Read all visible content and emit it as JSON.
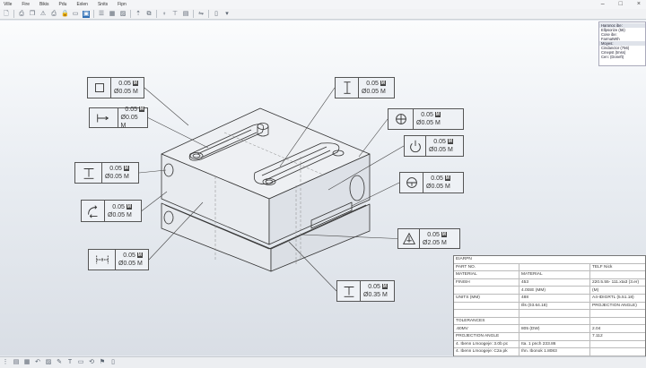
{
  "menu": [
    "Ville",
    "Fire",
    "Bikis",
    "Pdu",
    "Exlen",
    "Snits",
    "Fipn"
  ],
  "window": {
    "minimize": "–",
    "maximize": "□",
    "close": "×"
  },
  "toolbar": [
    "new-doc",
    "save",
    "copy",
    "warning",
    "print",
    "lock",
    "folder",
    "select",
    "layer",
    "table",
    "image",
    "pointer",
    "rectangle",
    "push-pin",
    "dimension",
    "sheet",
    "split",
    "panel",
    "dropdown"
  ],
  "statusbar": [
    "grid",
    "sheet",
    "table",
    "undo",
    "image",
    "pen",
    "text",
    "frame",
    "rotate",
    "flag",
    "doc"
  ],
  "right_panel": {
    "header1": "Haronoc ibe:",
    "items1": [
      "Ellpsorize (56)",
      "Cose ibe:",
      "FarmatWth"
    ],
    "header2": "Moyes:",
    "items2": [
      "Cindanctor (756)",
      "Cmepst (tmss)",
      "Cen: (Doneft)"
    ]
  },
  "callouts": [
    {
      "icon": "square",
      "tol": "0.05",
      "mod": "M",
      "dia": "Ø0.05 M"
    },
    {
      "icon": "position-arrow",
      "tol": "0.05",
      "mod": "M",
      "dia": "Ø0.05 M"
    },
    {
      "icon": "flatness-t",
      "tol": "0.05",
      "mod": "M",
      "dia": "Ø0.05 M"
    },
    {
      "icon": "rotate-arrow",
      "tol": "0.05",
      "mod": "M",
      "dia": "Ø0.05 M"
    },
    {
      "icon": "width",
      "tol": "0.05",
      "mod": "M",
      "dia": "Ø0.05 M"
    },
    {
      "icon": "i-beam",
      "tol": "0.05",
      "mod": "M",
      "dia": "Ø0.05 M"
    },
    {
      "icon": "position-cross",
      "tol": "0.05",
      "mod": "M",
      "dia": "Ø0.05 M"
    },
    {
      "icon": "circle-runout",
      "tol": "0.05",
      "mod": "M",
      "dia": "Ø0.05 M"
    },
    {
      "icon": "circle-t",
      "tol": "0.05",
      "mod": "M",
      "dia": "Ø0.05 M"
    },
    {
      "icon": "triangle",
      "tol": "0.05",
      "mod": "M",
      "dia": "Ø2.05 M"
    },
    {
      "icon": "flatness-t",
      "tol": "0.05",
      "mod": "M",
      "dia": "Ø0.35 M"
    }
  ],
  "title_block": {
    "title": "EIARPN",
    "rows": [
      [
        "PART NO.",
        "",
        "TELF Nick"
      ],
      [
        "MATERIAL",
        "MATERIAL",
        ""
      ],
      [
        "FINISH",
        "453",
        "220.5.55- 111.xta3 (3.er)"
      ],
      [
        "",
        "4.0tSE (MM)",
        "(M)"
      ],
      [
        "UNITS (MM)",
        "488",
        "A4-IDIGRTL (5.51.18)"
      ],
      [
        "",
        "Ills (03.64.18)",
        "PROJECTION ANGLE)"
      ],
      [
        "",
        "",
        ""
      ],
      [
        "TOLERANCES",
        "",
        ""
      ],
      [
        ".60MV",
        "805 (DW)",
        "2.04"
      ],
      [
        "PROJECTION ANGLE",
        "",
        "7.112"
      ],
      [
        "4. Ibenn Lmoogeje: 3.0b pc",
        "Ita. 1 pnch 233.86",
        ""
      ],
      [
        "4. Ibenn Lmoogeje: C2a pk",
        "Ihn. Ibonok 1.8083",
        ""
      ]
    ]
  }
}
